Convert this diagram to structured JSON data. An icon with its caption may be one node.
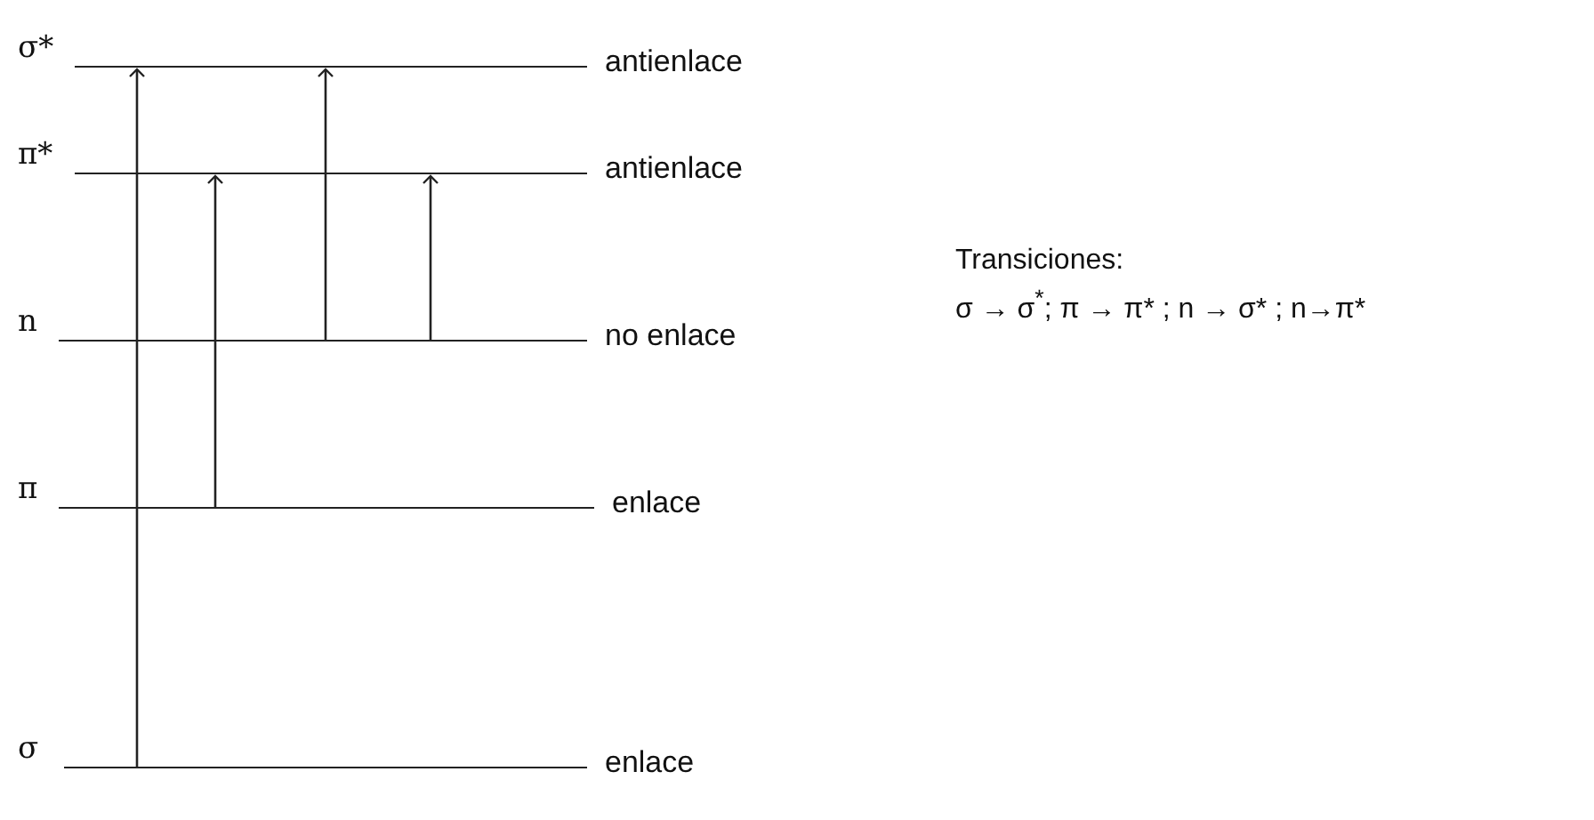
{
  "diagram": {
    "nodes": [
      {
        "text": [
          "σ*",
          "antienlace"
        ]
      },
      {
        "text": [
          "π*",
          "antienlace"
        ]
      },
      {
        "text": [
          "n",
          "no enlace"
        ]
      },
      {
        "text": [
          "π",
          "enlace"
        ]
      },
      {
        "text": [
          "σ",
          "enlace"
        ]
      }
    ],
    "edges": [
      {
        "from": 4,
        "to": 0,
        "arrow": "to"
      },
      {
        "from": 3,
        "to": 1,
        "arrow": "to"
      },
      {
        "from": 2,
        "to": 0,
        "arrow": "to"
      },
      {
        "from": 2,
        "to": 1,
        "arrow": "to"
      }
    ],
    "labels": [
      "Transiciones:",
      "σ → σ$^{*}$; π → π* ; n → σ* ; n→π*"
    ]
  }
}
